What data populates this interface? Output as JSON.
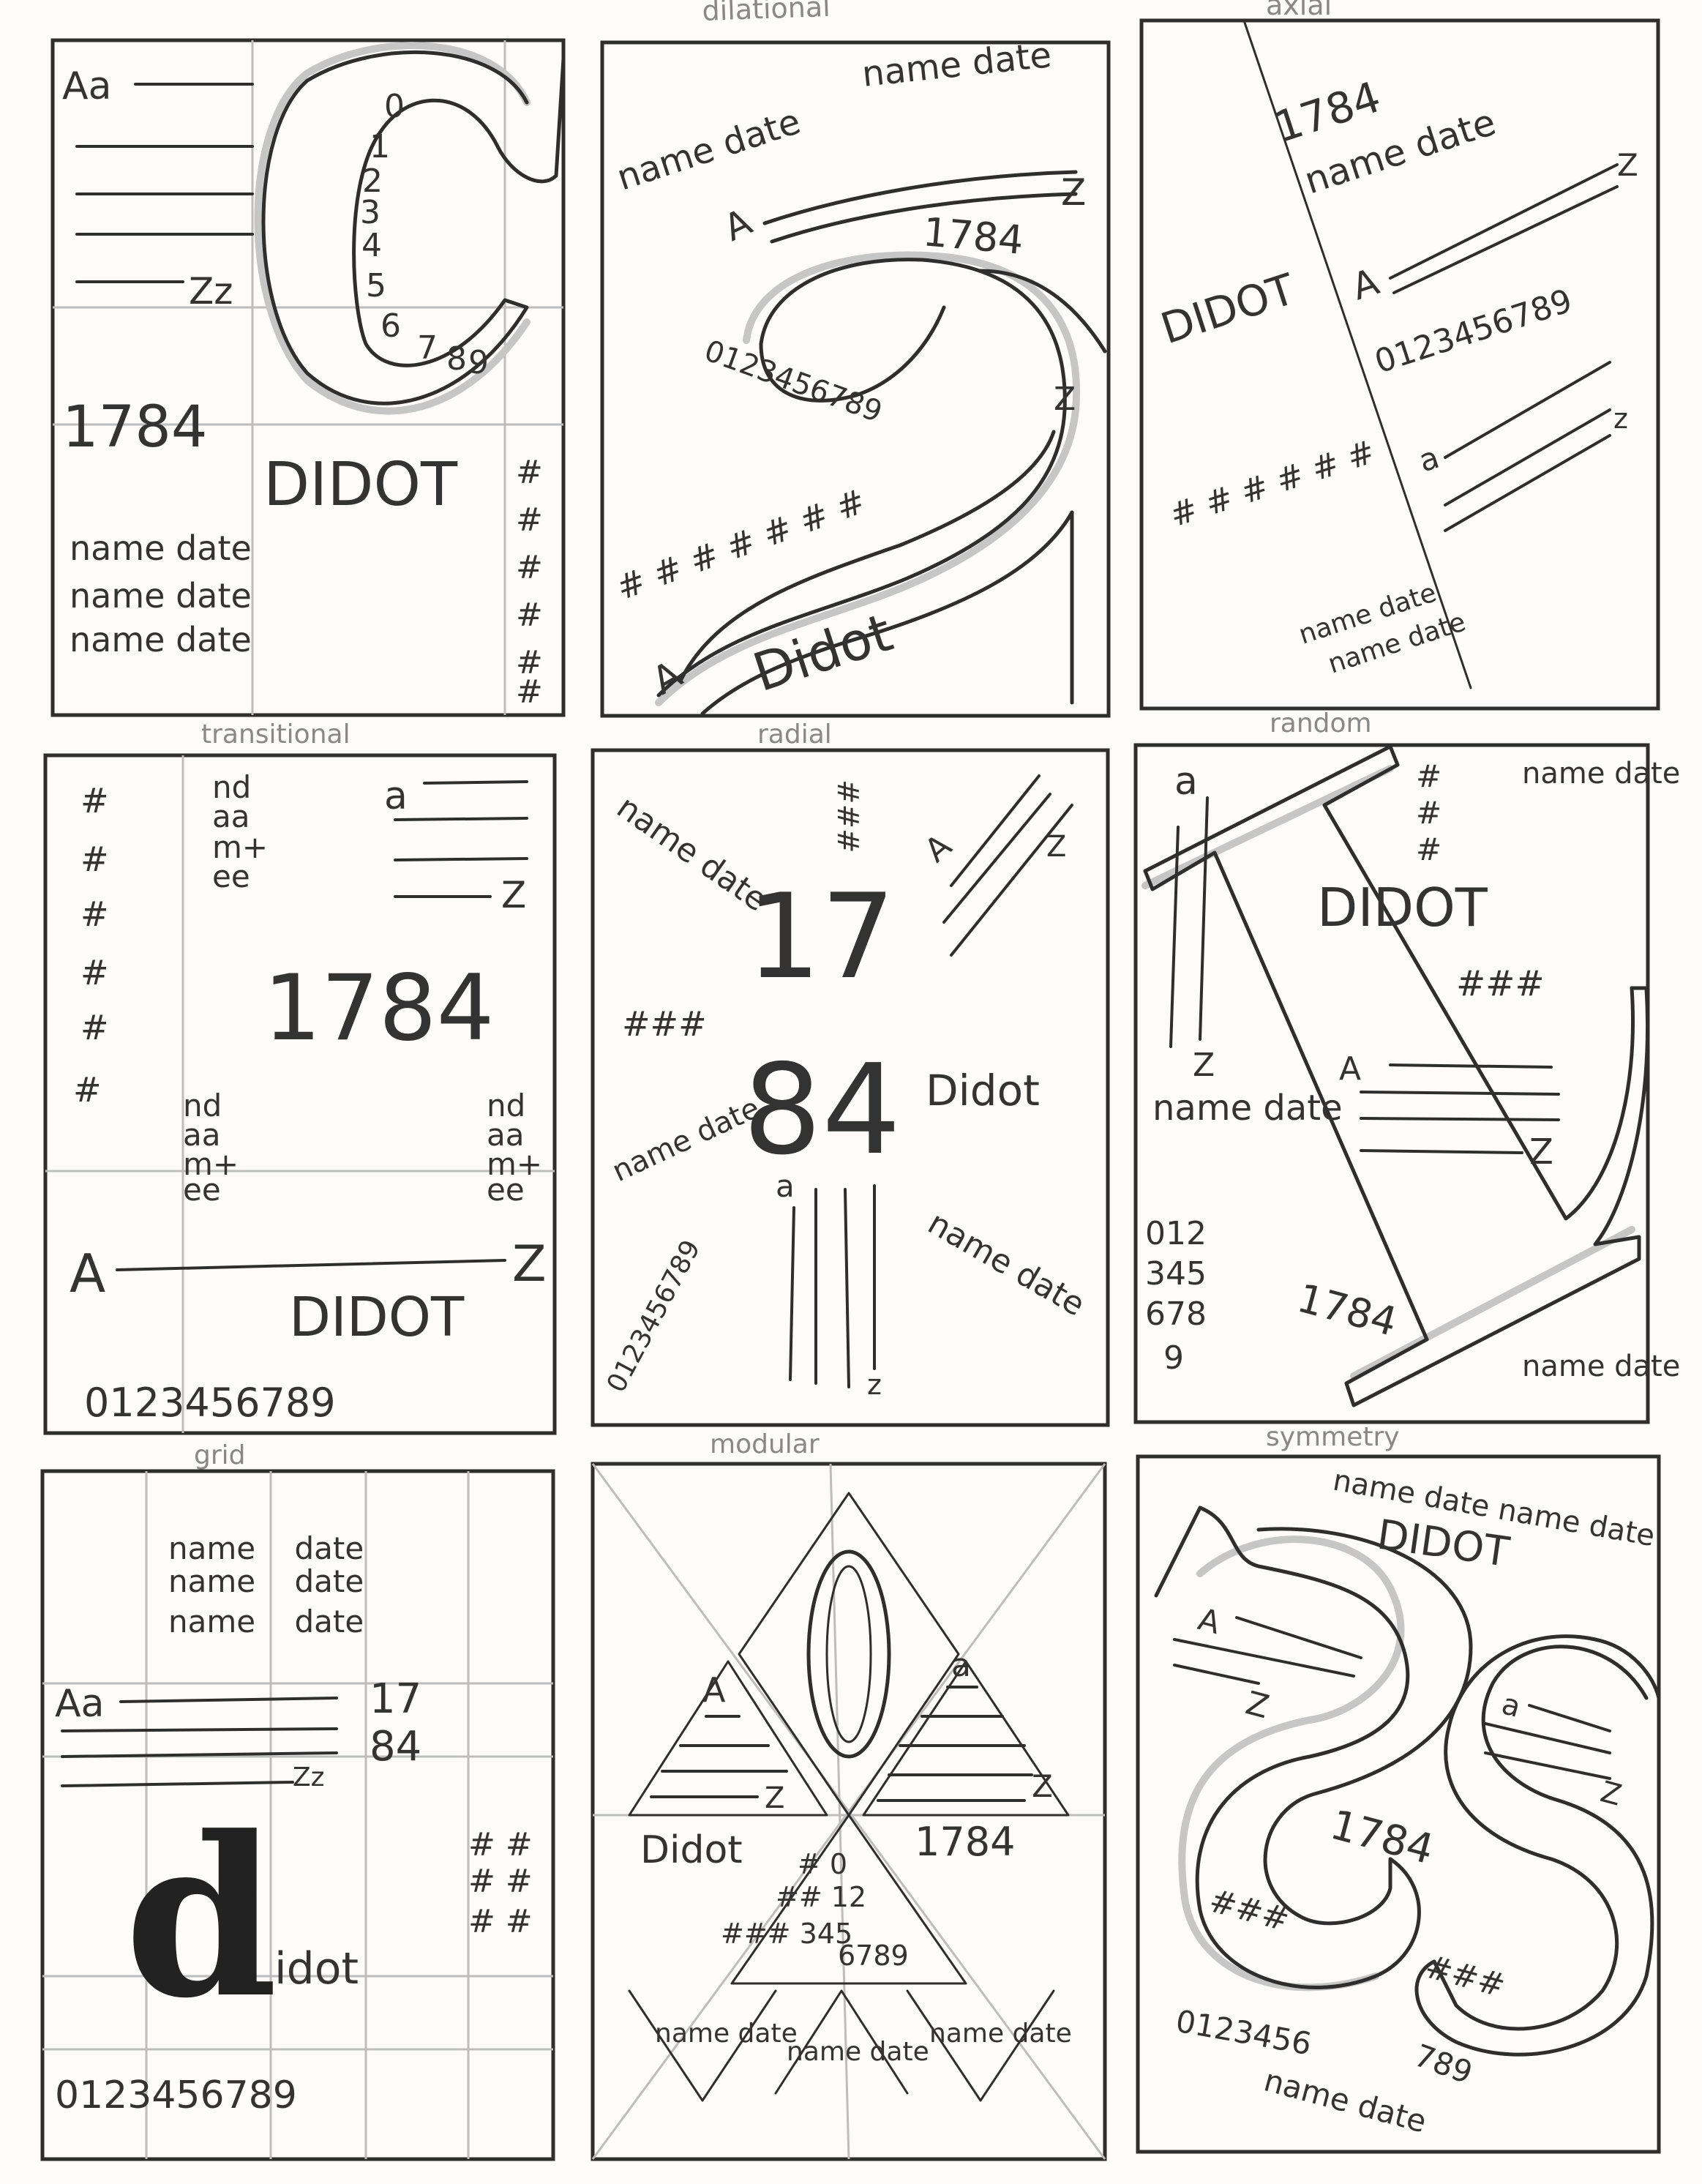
{
  "sheet": {
    "colors": {
      "paper": "#fdfcfa",
      "ink": "#2e2e2e",
      "pencil": "#b9b9b9"
    },
    "panels": [
      {
        "id": "p1",
        "label": "",
        "texts": [
          "Aa",
          "Zz",
          "0",
          "1",
          "2",
          "3",
          "4",
          "5",
          "6",
          "7",
          "8",
          "9",
          "1784",
          "DIDOT",
          "#",
          "name date",
          "name date",
          "name date"
        ]
      },
      {
        "id": "p2",
        "label": "dilational",
        "texts": [
          "name date",
          "name date",
          "A",
          "Z",
          "1784",
          "0123456789",
          "Z",
          "# # # # # # #",
          "Didot",
          "A"
        ]
      },
      {
        "id": "p3",
        "label": "axial",
        "texts": [
          "1784",
          "name date",
          "DIDOT",
          "A",
          "Z",
          "0123456789",
          "# # # # # #",
          "a",
          "z",
          "name date",
          "name date"
        ]
      },
      {
        "id": "p4",
        "label": "transitional",
        "texts": [
          "#",
          "nd",
          "aa",
          "m+",
          "ee",
          "a",
          "Z",
          "1784",
          "A",
          "Z",
          "DIDOT",
          "0123456789"
        ]
      },
      {
        "id": "p5",
        "label": "radial",
        "texts": [
          "name date",
          "###",
          "A",
          "Z",
          "17",
          "84",
          "###",
          "Didot",
          "name date",
          "0123456789",
          "a",
          "z",
          "name date"
        ]
      },
      {
        "id": "p6",
        "label": "random",
        "texts": [
          "a",
          "Z",
          "#",
          "name date",
          "DIDOT",
          "###",
          "A",
          "Z",
          "name date",
          "012",
          "345",
          "678",
          "9",
          "1784",
          "name date"
        ]
      },
      {
        "id": "p7",
        "label": "grid",
        "texts": [
          "name date",
          "name date",
          "name date",
          "Aa",
          "Zz",
          "17",
          "84",
          "# #",
          "# #",
          "# #",
          "d",
          "idot",
          "0123456789"
        ]
      },
      {
        "id": "p8",
        "label": "modular",
        "texts": [
          "0",
          "A",
          "Z",
          "a",
          "Z",
          "Didot",
          "1784",
          "# 0",
          "## 12",
          "### 345",
          "6789",
          "name date",
          "name date",
          "name date"
        ]
      },
      {
        "id": "p9",
        "label": "symmetry",
        "texts": [
          "name date name date",
          "DIDOT",
          "A",
          "Z",
          "a",
          "Z",
          "1784",
          "###",
          "###",
          "0123456",
          "789",
          "name date"
        ]
      }
    ]
  }
}
